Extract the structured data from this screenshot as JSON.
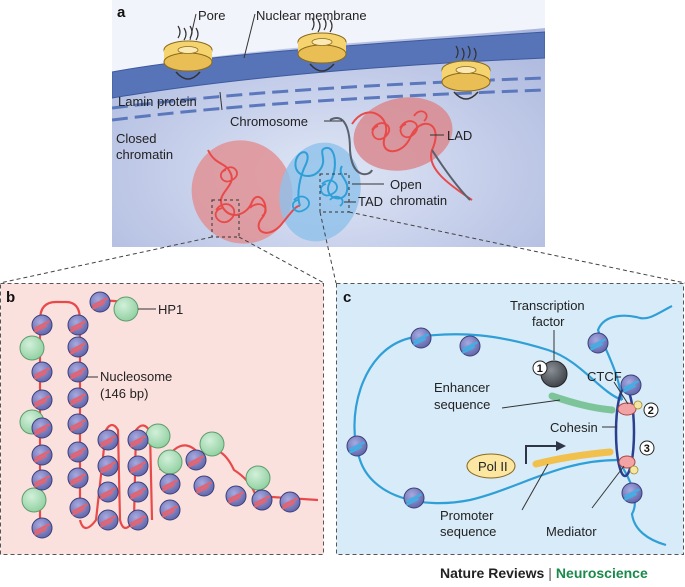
{
  "panels": {
    "a": "a",
    "b": "b",
    "c": "c"
  },
  "panel_a": {
    "pore": "Pore",
    "nuclear_membrane": "Nuclear membrane",
    "lamin_protein": "Lamin protein",
    "chromosome": "Chromosome",
    "lad": "LAD",
    "closed_chromatin_1": "Closed",
    "closed_chromatin_2": "chromatin",
    "open_chromatin_1": "Open",
    "open_chromatin_2": "chromatin",
    "tad": "TAD"
  },
  "panel_b": {
    "hp1": "HP1",
    "nucleosome_1": "Nucleosome",
    "nucleosome_2": "(146 bp)"
  },
  "panel_c": {
    "transcription_factor_1": "Transcription",
    "transcription_factor_2": "factor",
    "enhancer_1": "Enhancer",
    "enhancer_2": "sequence",
    "ctcf": "CTCF",
    "cohesin": "Cohesin",
    "pol2": "Pol II",
    "promoter_1": "Promoter",
    "promoter_2": "sequence",
    "mediator": "Mediator",
    "step_1": "1",
    "step_2": "2",
    "step_3": "3"
  },
  "credit": {
    "journal": "Nature Reviews",
    "separator": "|",
    "subject": "Neuroscience"
  },
  "colors": {
    "nucleus_bg": "#bcc6e6",
    "membrane": "#4f6db0",
    "pore": "#f3cf6a",
    "closed_region": "#e48a8a",
    "open_region": "#8fc0ea",
    "closed_dna": "#e84a4a",
    "open_dna": "#2f9fd8",
    "panel_b_bg": "#fbe1de",
    "panel_c_bg": "#d8ebf8",
    "nucleosome": "#6f73b8",
    "hp1": "#a9dcb5",
    "enhancer": "#7ec49a",
    "promoter": "#f2c04c",
    "brand_green": "#1a8a4a"
  }
}
